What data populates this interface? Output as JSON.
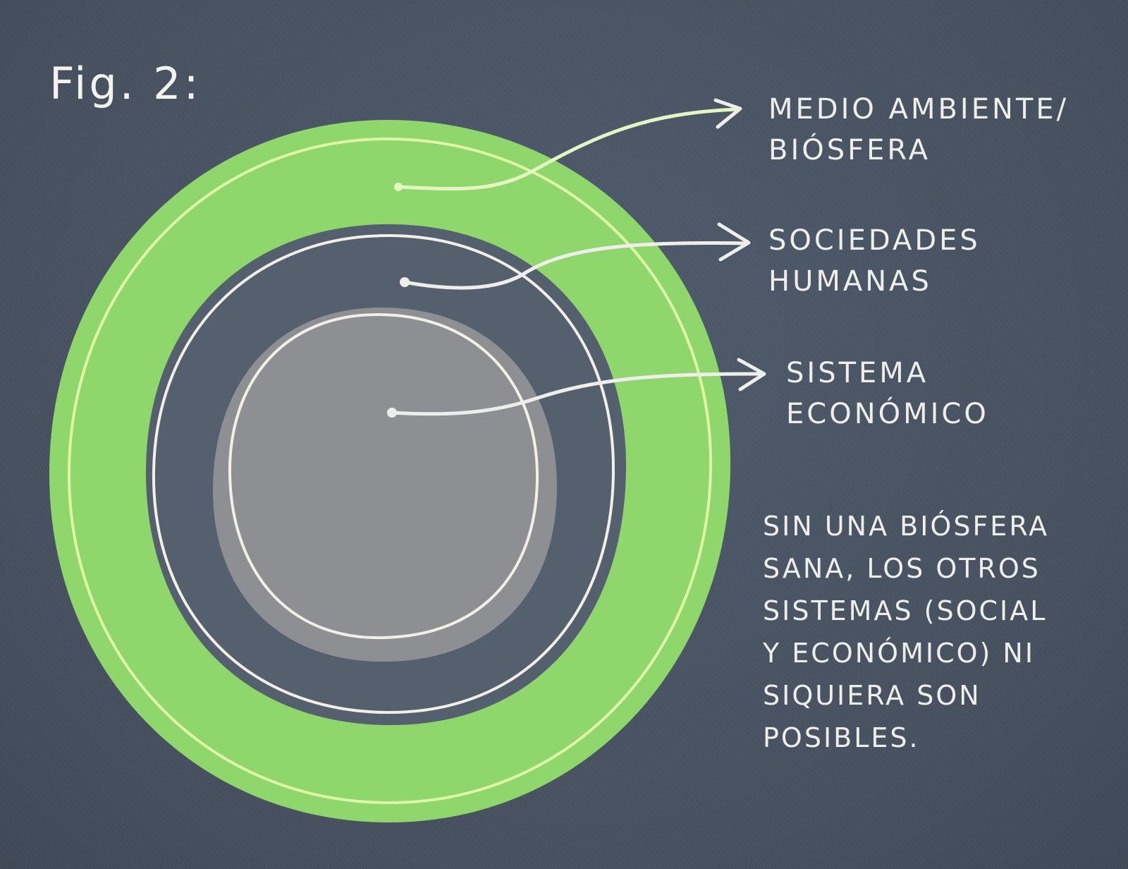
{
  "figure": {
    "title": "Fig. 2:"
  },
  "diagram": {
    "type": "nested-circles",
    "layers": [
      {
        "id": "environment",
        "label_lines": [
          "MEDIO AMBIENTE/",
          "BIÓSFERA"
        ],
        "fill": "#8fd66c",
        "ring_color": "#dff5a8"
      },
      {
        "id": "society",
        "label_lines": [
          "SOCIEDADES",
          "HUMANAS"
        ],
        "fill": "#55606f",
        "ring_color": "#f1efe6"
      },
      {
        "id": "economy",
        "label_lines": [
          "SISTEMA",
          "ECONÓMICO"
        ],
        "fill": "#8d8f93",
        "ring_color": "#f1efe6"
      }
    ],
    "note_lines": [
      "SIN UNA BIÓSFERA",
      "SANA, LOS OTROS",
      "SISTEMAS (SOCIAL",
      "Y ECONÓMICO) NI",
      "SIQUIERA SON",
      "POSIBLES."
    ]
  },
  "colors": {
    "background": "#4a5566",
    "text": "#eeeeea",
    "green": "#8fd66c",
    "green_line": "#dff5a8",
    "dark_gray": "#55606f",
    "light_gray": "#8d8f93",
    "white_line": "#f1efe6"
  }
}
